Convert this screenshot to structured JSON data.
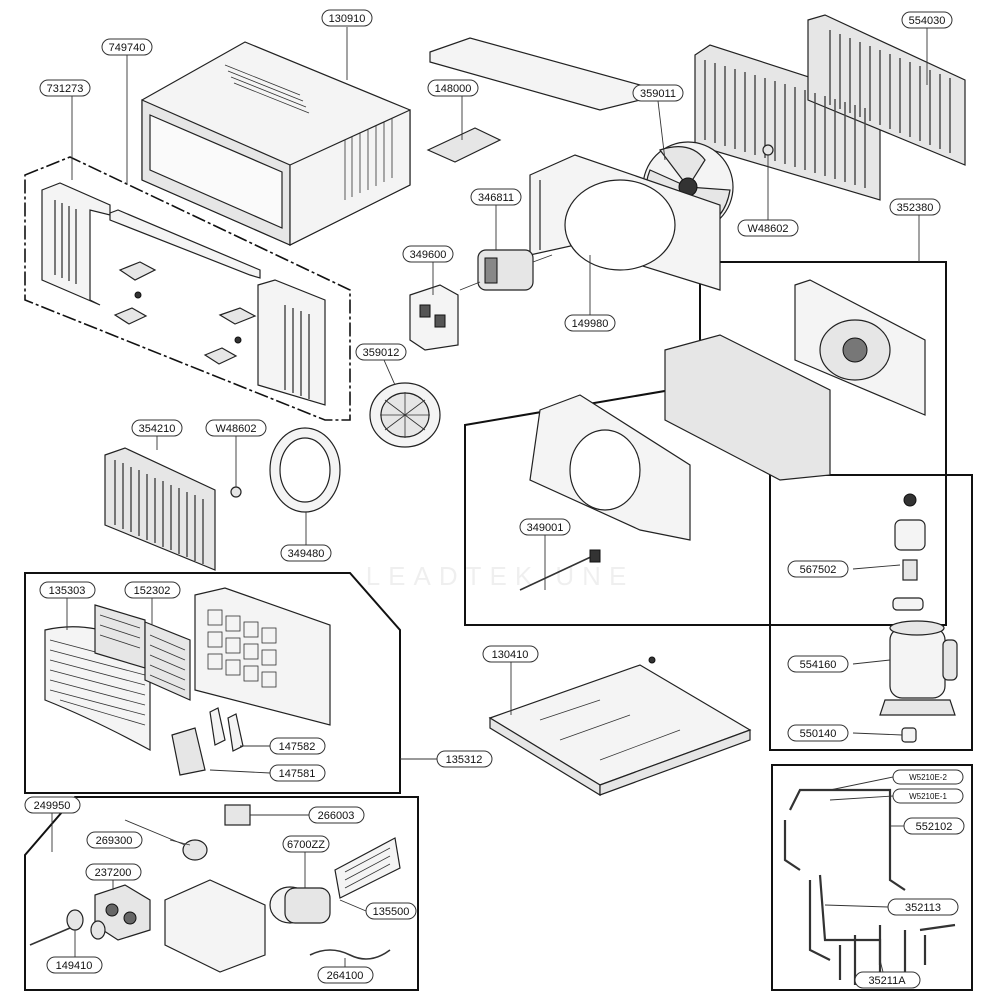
{
  "diagram": {
    "parts": [
      {
        "id": "p-130910",
        "label": "130910"
      },
      {
        "id": "p-749740",
        "label": "749740"
      },
      {
        "id": "p-731273",
        "label": "731273"
      },
      {
        "id": "p-148000",
        "label": "148000"
      },
      {
        "id": "p-359011",
        "label": "359011"
      },
      {
        "id": "p-554030",
        "label": "554030"
      },
      {
        "id": "p-346811",
        "label": "346811"
      },
      {
        "id": "p-w48602a",
        "label": "W48602"
      },
      {
        "id": "p-352380",
        "label": "352380"
      },
      {
        "id": "p-349600",
        "label": "349600"
      },
      {
        "id": "p-149980",
        "label": "149980"
      },
      {
        "id": "p-359012",
        "label": "359012"
      },
      {
        "id": "p-354210",
        "label": "354210"
      },
      {
        "id": "p-w48602b",
        "label": "W48602"
      },
      {
        "id": "p-349480",
        "label": "349480"
      },
      {
        "id": "p-349001",
        "label": "349001"
      },
      {
        "id": "p-567502",
        "label": "567502"
      },
      {
        "id": "p-554160",
        "label": "554160"
      },
      {
        "id": "p-550140",
        "label": "550140"
      },
      {
        "id": "p-135303",
        "label": "135303"
      },
      {
        "id": "p-152302",
        "label": "152302"
      },
      {
        "id": "p-130410",
        "label": "130410"
      },
      {
        "id": "p-147582",
        "label": "147582"
      },
      {
        "id": "p-147581",
        "label": "147581"
      },
      {
        "id": "p-135312",
        "label": "135312"
      },
      {
        "id": "p-249950",
        "label": "249950"
      },
      {
        "id": "p-266003",
        "label": "266003"
      },
      {
        "id": "p-269300",
        "label": "269300"
      },
      {
        "id": "p-6700zz",
        "label": "6700ZZ"
      },
      {
        "id": "p-237200",
        "label": "237200"
      },
      {
        "id": "p-135500",
        "label": "135500"
      },
      {
        "id": "p-149410",
        "label": "149410"
      },
      {
        "id": "p-264100",
        "label": "264100"
      },
      {
        "id": "p-w5210e2",
        "label": "W5210E-2"
      },
      {
        "id": "p-w5210e1",
        "label": "W5210E-1"
      },
      {
        "id": "p-552102",
        "label": "552102"
      },
      {
        "id": "p-352113",
        "label": "352113"
      },
      {
        "id": "p-35211a",
        "label": "35211A"
      }
    ],
    "watermark": "LEADTEK UNE"
  }
}
